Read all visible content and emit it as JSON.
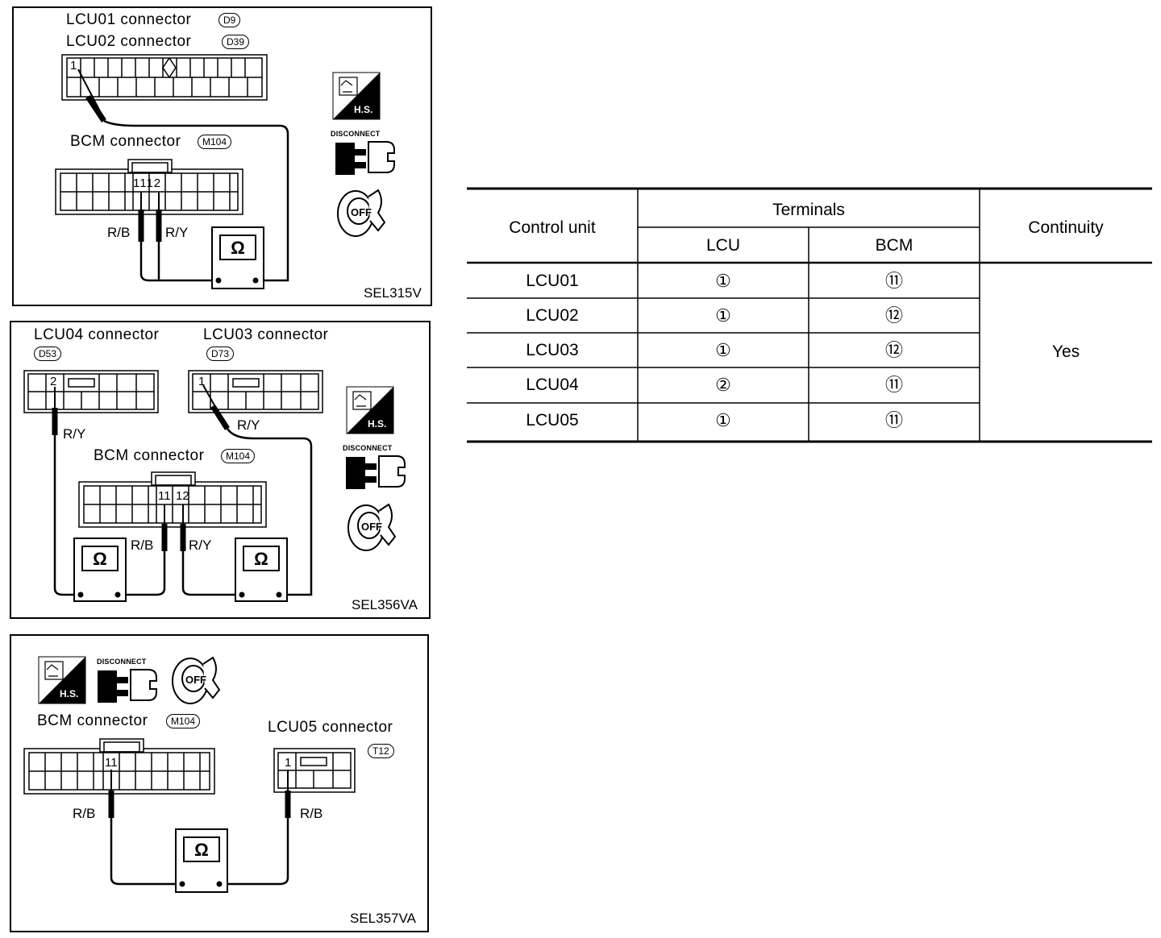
{
  "panel1": {
    "lcu01_label": "LCU01 connector",
    "lcu01_badge": "D9",
    "lcu02_label": "LCU02 connector",
    "lcu02_badge": "D39",
    "terminal_lcu": "1",
    "bcm_label": "BCM connector",
    "bcm_badge": "M104",
    "bcm_terminals": "1112",
    "wire_left": "R/B",
    "wire_right": "R/Y",
    "omega": "Ω",
    "disconnect": "DISCONNECT",
    "hs": "H.S.",
    "off": "OFF",
    "code": "SEL315V"
  },
  "panel2": {
    "lcu04_label": "LCU04 connector",
    "lcu04_badge": "D53",
    "lcu03_label": "LCU03 connector",
    "lcu03_badge": "D73",
    "terminal_lcu04": "2",
    "terminal_lcu03": "1",
    "wire_lcu04": "R/Y",
    "wire_lcu03": "R/Y",
    "bcm_label": "BCM connector",
    "bcm_badge": "M104",
    "bcm_t11": "11",
    "bcm_t12": "12",
    "wire_rb": "R/B",
    "wire_ry": "R/Y",
    "omega": "Ω",
    "disconnect": "DISCONNECT",
    "hs": "H.S.",
    "off": "OFF",
    "code": "SEL356VA"
  },
  "panel3": {
    "bcm_label": "BCM connector",
    "bcm_badge": "M104",
    "bcm_terminal": "11",
    "lcu05_label": "LCU05 connector",
    "lcu05_badge": "T12",
    "lcu05_terminal": "1",
    "wire_left": "R/B",
    "wire_right": "R/B",
    "omega": "Ω",
    "disconnect": "DISCONNECT",
    "hs": "H.S.",
    "off": "OFF",
    "code": "SEL357VA"
  },
  "table": {
    "header_control_unit": "Control unit",
    "header_terminals": "Terminals",
    "header_lcu": "LCU",
    "header_bcm": "BCM",
    "header_continuity": "Continuity",
    "continuity_value": "Yes",
    "rows": [
      {
        "unit": "LCU01",
        "lcu": "①",
        "bcm": "⑪"
      },
      {
        "unit": "LCU02",
        "lcu": "①",
        "bcm": "⑫"
      },
      {
        "unit": "LCU03",
        "lcu": "①",
        "bcm": "⑫"
      },
      {
        "unit": "LCU04",
        "lcu": "②",
        "bcm": "⑪"
      },
      {
        "unit": "LCU05",
        "lcu": "①",
        "bcm": "⑪"
      }
    ]
  }
}
